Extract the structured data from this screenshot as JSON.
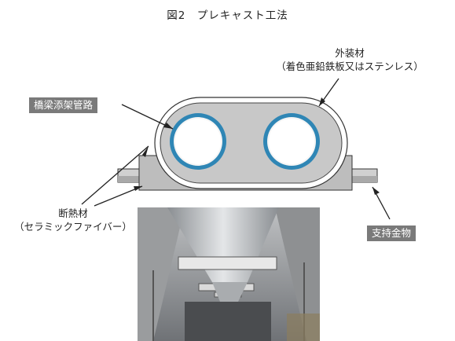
{
  "figure": {
    "title": "図2　プレキャスト工法"
  },
  "labels": {
    "outer_material_line1": "外装材",
    "outer_material_line2": "（着色亜鉛鉄板又はステンレス）",
    "bridge_pipe": "橋梁添架管路",
    "insulation_line1": "断熱材",
    "insulation_line2": "（セラミックファイバー）",
    "support_bracket": "支持金物"
  },
  "colors": {
    "pipe_ring": "#2f86b5",
    "casing_fill": "#c8c8c8",
    "label_box": "#7a7a7a"
  }
}
